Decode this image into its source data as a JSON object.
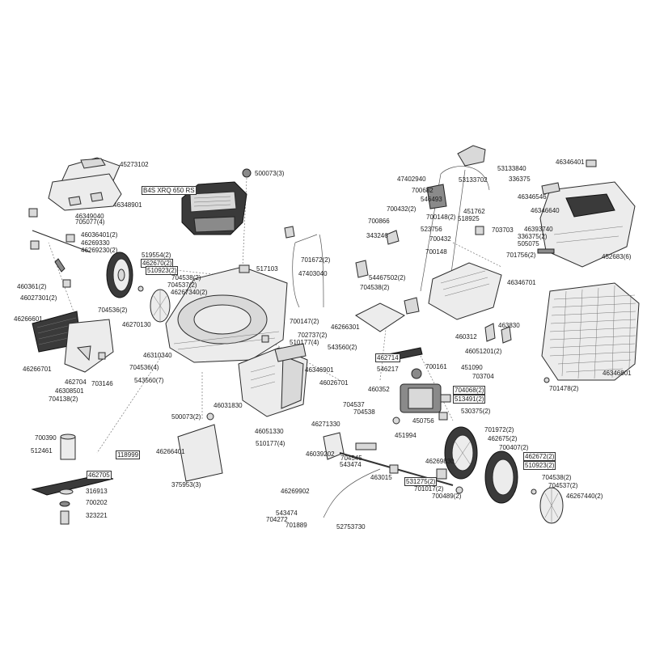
{
  "model_label": "B4S XRQ 650 RS",
  "labels": {
    "p45273102": "45273102",
    "p46348901": "46348901",
    "p46349040": "46349040",
    "p705077": "705077(4)",
    "p46036401": "46036401(2)",
    "p46269330": "46269330",
    "p46269230": "46269230(2)",
    "p460361": "460361(2)",
    "p46027301": "46027301(2)",
    "p519554": "519554(2)",
    "p462670": "462670(2)",
    "p510923a": "510923(2)",
    "p704538a": "704538(2)",
    "p704537a": "704537(2)",
    "p46267340": "46267340(2)",
    "p704536": "704536(2)",
    "p46266601": "46266601",
    "p46270130": "46270130",
    "p46266701": "46266701",
    "p462704": "462704",
    "p46308501": "46308501",
    "p704138": "704138(2)",
    "p703146": "703146",
    "p46310340": "46310340",
    "p704536b": "704536(4)",
    "p543560a": "543560(7)",
    "p500073a": "500073(3)",
    "p517103": "517103",
    "p700147": "700147(2)",
    "p702737": "702737(2)",
    "p510177a": "510177(4)",
    "p543560b": "543560(2)",
    "p46346901": "46346901",
    "p46026701": "46026701",
    "p46031830": "46031830",
    "p500073b": "500073(2)",
    "p704537b": "704537",
    "p704538b": "704538",
    "p46051330": "46051330",
    "p46271330": "46271330",
    "p510177b": "510177(4)",
    "p46039202": "46039202",
    "p704545": "704545",
    "p543474a": "543474",
    "p700390": "700390",
    "p512461": "512461",
    "p118999": "118999",
    "p462705": "462705",
    "p316913": "316913",
    "p700202": "700202",
    "p323221": "323221",
    "p46266401": "46266401",
    "p375953": "375953(3)",
    "p47403040": "47403040",
    "p701672": "701672(2)",
    "p54467502": "54467502(2)",
    "p704538c": "704538(2)",
    "p46266301": "46266301",
    "p462714": "462714",
    "p546217": "546217",
    "p460352": "460352",
    "p700161": "700161",
    "p451090": "451090",
    "p703704": "703704",
    "p704068": "704068(2)",
    "p513491": "513491(2)",
    "p530375": "530375(2)",
    "p450756": "450756",
    "p451994": "451994",
    "p463015": "463015",
    "p531275": "531275(2)",
    "p46269902": "46269902",
    "p543474b": "543474",
    "p704272": "704272",
    "p701889": "701889",
    "p52753730": "52753730",
    "p46269830": "46269830",
    "p701017": "701017(2)",
    "p700489": "700489(2)",
    "p701972": "701972(2)",
    "p462675": "462675(2)",
    "p700407": "700407(2)",
    "p462672": "462672(2)",
    "p510923b": "510923(2)",
    "p704538d": "704538(2)",
    "p704537c": "704537(2)",
    "p46267440": "46267440(2)",
    "p53133840": "53133840",
    "p47402940": "47402940",
    "p53133702": "53133702",
    "p700682": "700682",
    "p546493": "546493",
    "p700432a": "700432(2)",
    "p451762": "451762",
    "p518925": "518925",
    "p700148a": "700148(2)",
    "p700866": "700866",
    "p343246": "343246",
    "p523756": "523756",
    "p700432b": "700432",
    "p703703": "703703",
    "p700148b": "700148",
    "p46346701": "46346701",
    "p463830": "463830",
    "p460312": "460312",
    "p46051201": "46051201(2)",
    "p46346401": "46346401",
    "p336375a": "336375",
    "p46346546": "46346546",
    "p46346640": "46346640",
    "p46393740": "46393740",
    "p336375b": "336375(2)",
    "p505075": "505075",
    "p701756": "701756(2)",
    "p452683": "452683(6)",
    "p46346801": "46346801",
    "p701478": "701478(2)"
  }
}
